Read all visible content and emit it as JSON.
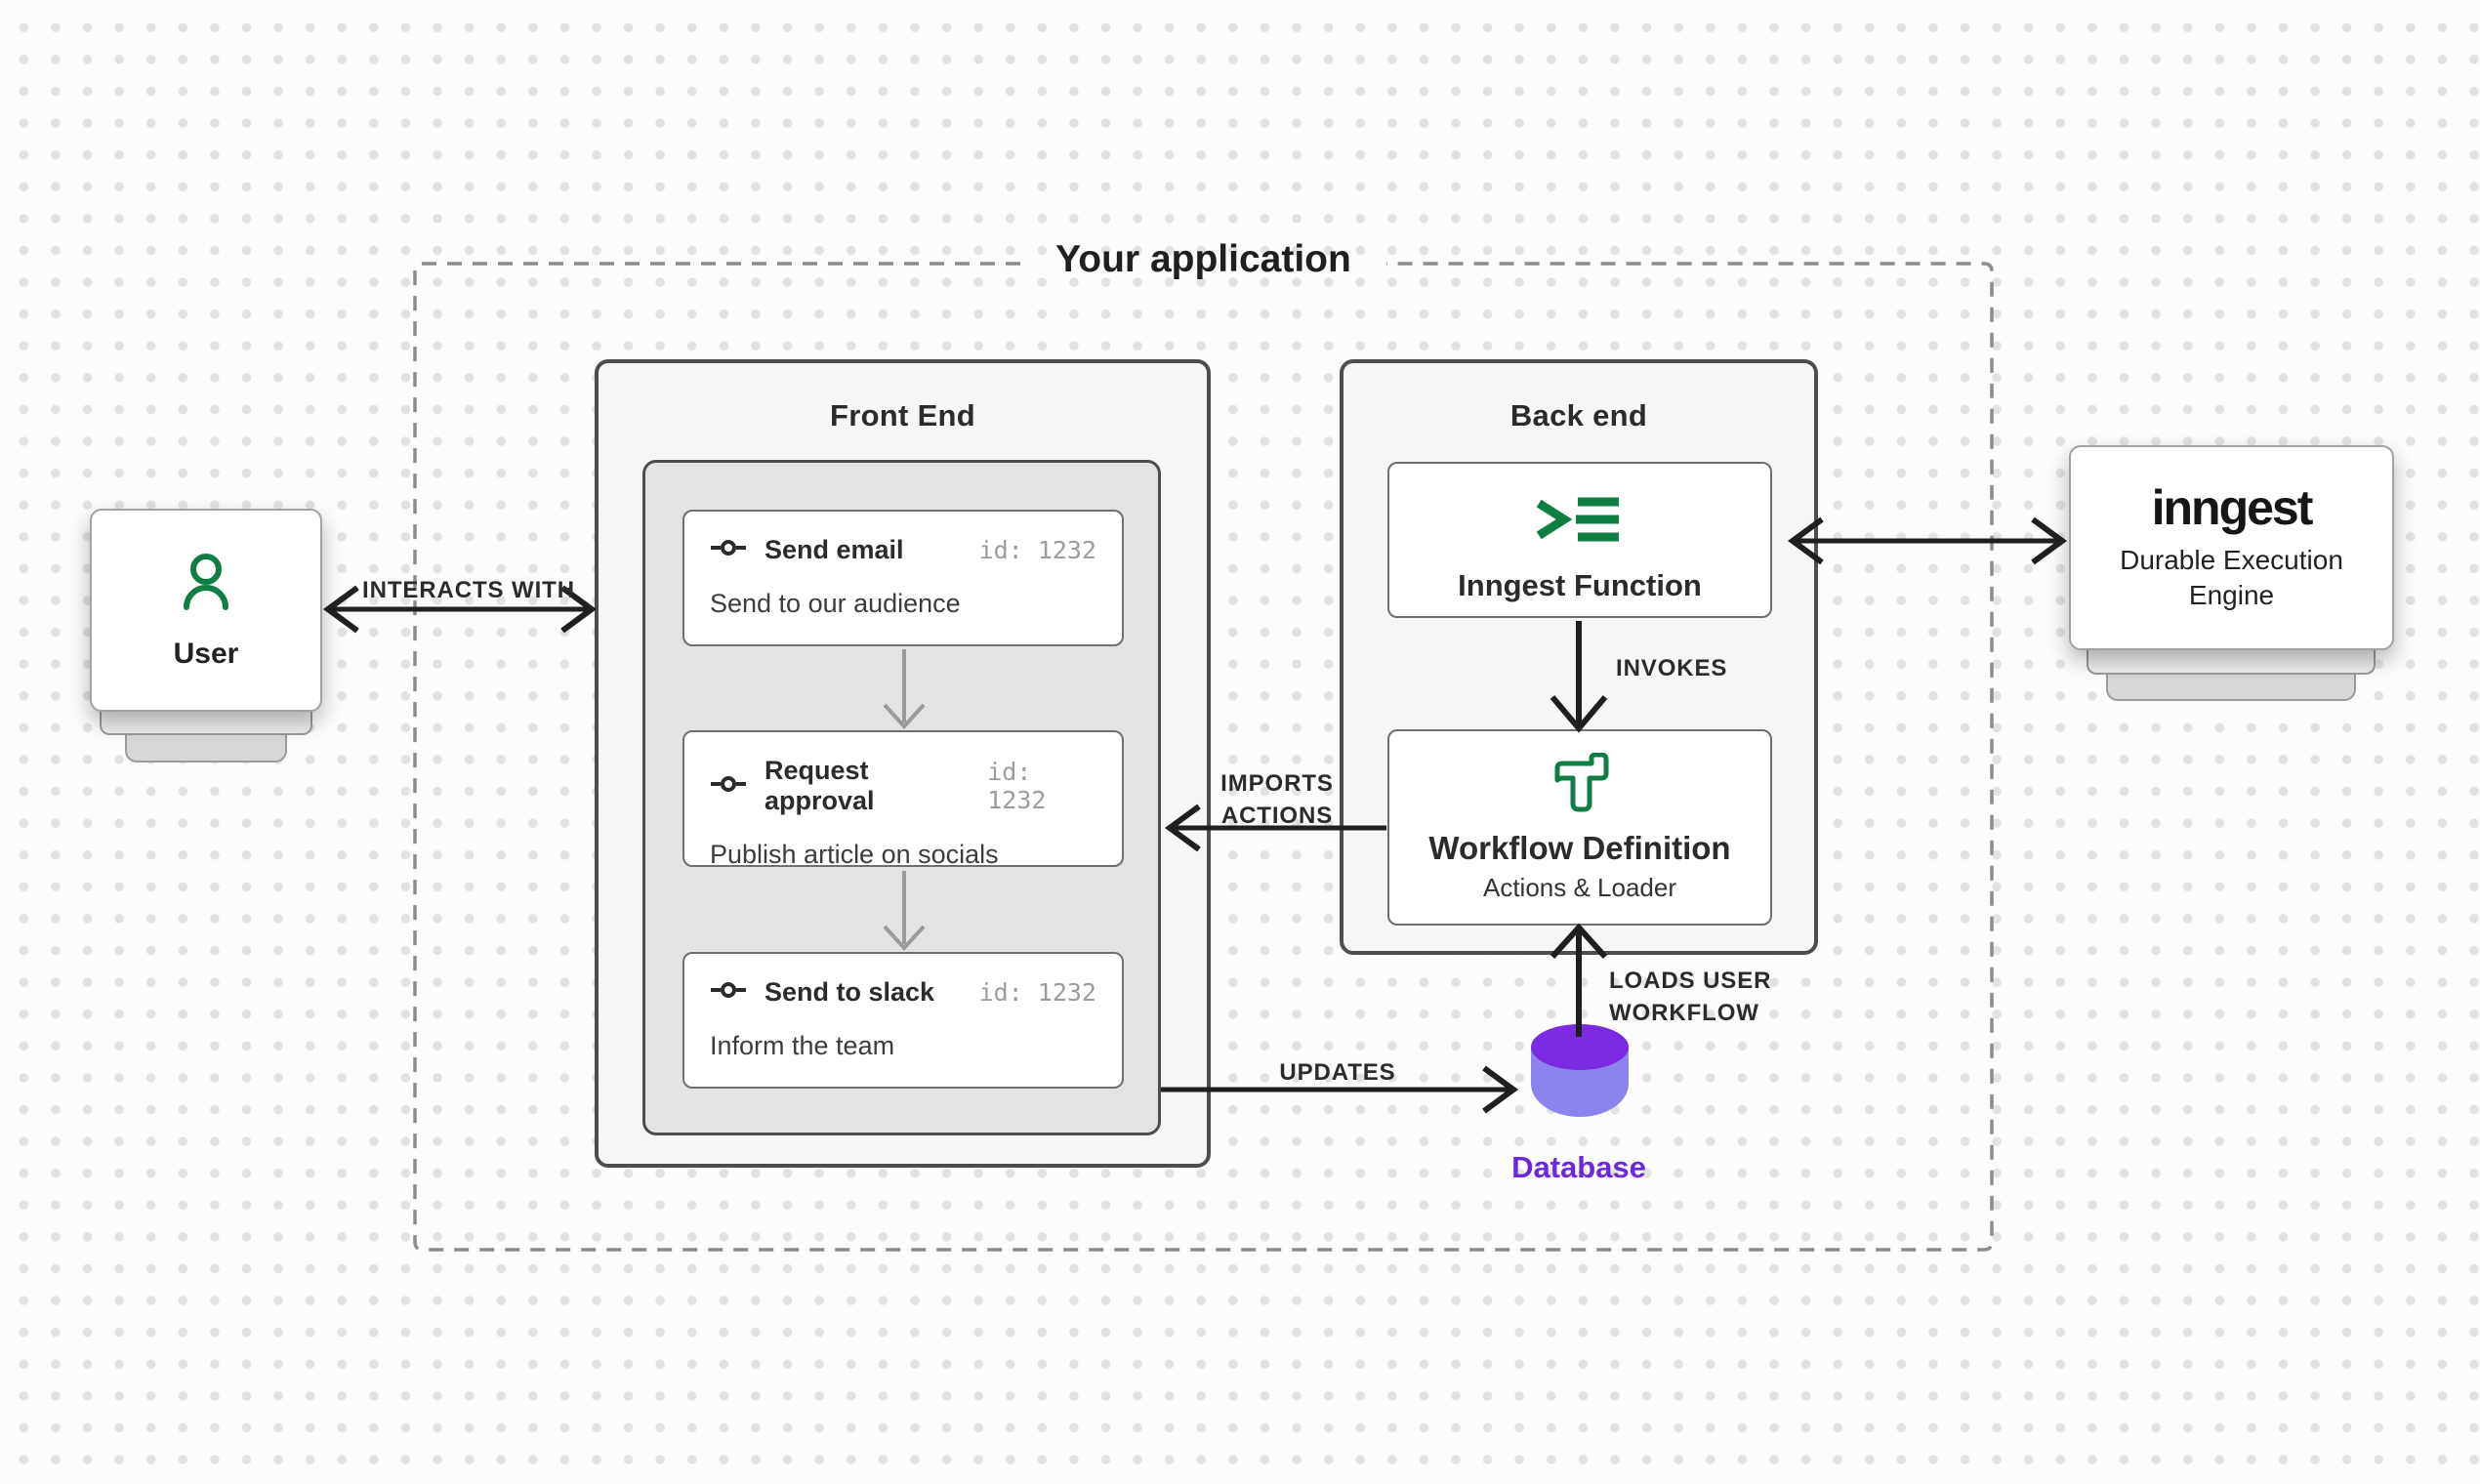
{
  "container": {
    "title": "Your application"
  },
  "user": {
    "label": "User",
    "icon": "person-icon"
  },
  "frontend": {
    "title": "Front End",
    "cards": [
      {
        "icon": "commit-icon",
        "title": "Send email",
        "id_text": "id: 1232",
        "description": "Send to our audience"
      },
      {
        "icon": "commit-icon",
        "title": "Request approval",
        "id_text": "id: 1232",
        "description": "Publish article on socials"
      },
      {
        "icon": "commit-icon",
        "title": "Send to slack",
        "id_text": "id: 1232",
        "description": "Inform the team"
      }
    ]
  },
  "backend": {
    "title": "Back end",
    "function_card": {
      "icon": "terminal-icon",
      "label": "Inngest Function"
    },
    "workflow_card": {
      "icon": "hammer-icon",
      "title": "Workflow Definition",
      "subtitle": "Actions & Loader"
    }
  },
  "database": {
    "label": "Database"
  },
  "inngest_engine": {
    "logo": "inngest",
    "subtitle": "Durable Execution Engine"
  },
  "edges": {
    "interacts_with": "INTERACTS WITH",
    "invokes": "INVOKES",
    "imports_actions": "IMPORTS\nACTIONS",
    "updates": "UPDATES",
    "loads_user_workflow": "LOADS USER\nWORKFLOW"
  },
  "colors": {
    "accent_green": "#0e7e45",
    "database_top": "#7a2be2",
    "database_body": "#8d83ec",
    "database_label": "#6d28d9",
    "box_border": "#4d4d4d",
    "dashed_border": "#8c8c8c",
    "arrow_black": "#1f1f1f",
    "arrow_gray": "#9b9b9b"
  }
}
